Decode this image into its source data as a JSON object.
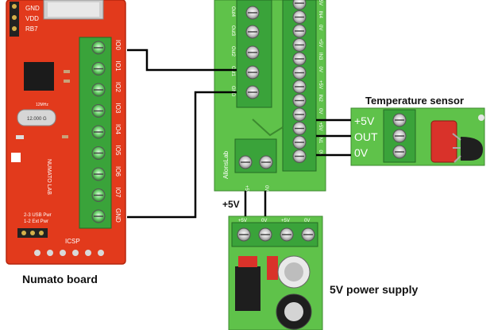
{
  "labels": {
    "numato": "Numato board",
    "psu": "5V power supply",
    "temp": "Temperature sensor",
    "plus5v": "+5V"
  },
  "numato_board": {
    "io_labels": [
      "IO0",
      "IO1",
      "IO2",
      "IO3",
      "IO4",
      "IO5",
      "IO6",
      "IO7",
      "GND"
    ],
    "header_labels": [
      "GND",
      "VDD",
      "RB7"
    ],
    "jumper_text": [
      "2-3 USB Pwr",
      "1-2 Ext Pwr"
    ],
    "icsp": "ICSP",
    "crystal": "12.000 G",
    "brand": "NUMATO LAB",
    "clock": "12MHz"
  },
  "relay_board": {
    "out_labels": [
      "Out4",
      "Out3",
      "Out2",
      "Out1",
      "GND"
    ],
    "right_labels": [
      "+5V",
      "IN4",
      "0V",
      "+5V",
      "IN3",
      "0V",
      "+5V",
      "IN2",
      "0V",
      "+5V",
      "IN1",
      "0V"
    ],
    "brand": "AllonsLab",
    "bottom_labels": [
      "+5V",
      "0V"
    ]
  },
  "sensor": {
    "pins": [
      "+5V",
      "OUT",
      "0V"
    ]
  },
  "psu": {
    "pins": [
      "+5V",
      "0V",
      "+5V",
      "0V"
    ]
  },
  "colors": {
    "numato_pcb": "#e23a1c",
    "green_pcb": "#5fc24a",
    "terminal": "#3aa33a",
    "wire": "#000000"
  }
}
